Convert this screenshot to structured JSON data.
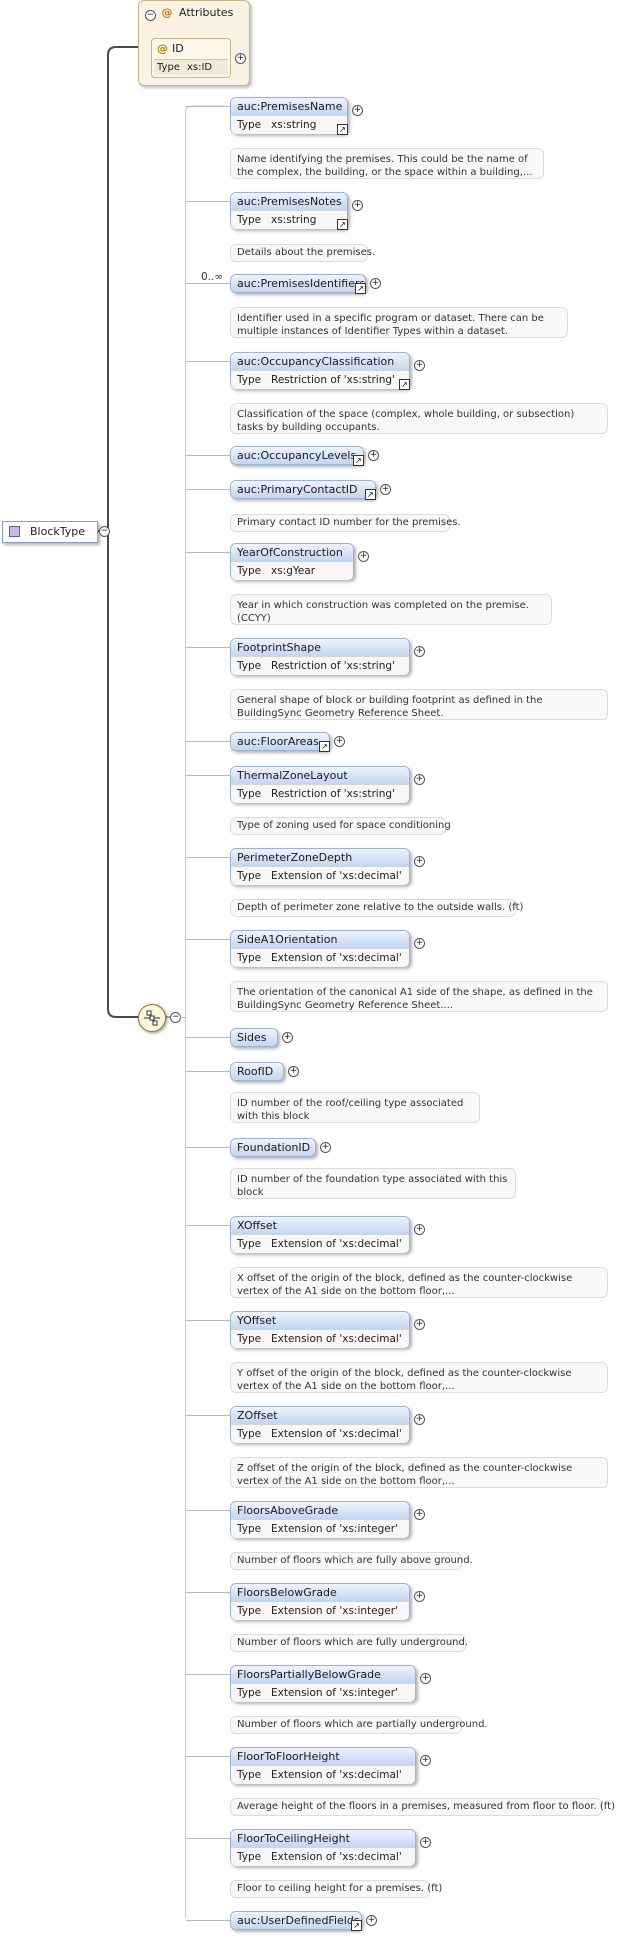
{
  "root": {
    "name": "BlockType",
    "icon": "complex-type-icon"
  },
  "attributes": {
    "title": "Attributes",
    "items": [
      {
        "name": "ID",
        "type_label": "Type",
        "type_value": "xs:ID"
      }
    ]
  },
  "elements": [
    {
      "name": "auc:PremisesName",
      "type_label": "Type",
      "type_value": "xs:string",
      "ref": true,
      "cardinality": "",
      "doc": "Name identifying the premises. This could be the name of the complex, the building, or the space within a building,..."
    },
    {
      "name": "auc:PremisesNotes",
      "type_label": "Type",
      "type_value": "xs:string",
      "ref": true,
      "cardinality": "",
      "doc": "Details about the premises."
    },
    {
      "name": "auc:PremisesIdentifiers",
      "type_label": "",
      "type_value": "",
      "ref": true,
      "cardinality": "0..∞",
      "doc": "Identifier used in a specific program or dataset. There can be multiple instances of Identifier Types within a dataset."
    },
    {
      "name": "auc:OccupancyClassification",
      "type_label": "Type",
      "type_value": "Restriction of 'xs:string'",
      "ref": true,
      "cardinality": "",
      "doc": "Classification of the space (complex, whole building, or subsection) tasks by building occupants."
    },
    {
      "name": "auc:OccupancyLevels",
      "type_label": "",
      "type_value": "",
      "ref": true,
      "cardinality": "",
      "doc": ""
    },
    {
      "name": "auc:PrimaryContactID",
      "type_label": "",
      "type_value": "",
      "ref": true,
      "cardinality": "",
      "doc": "Primary contact ID number for the premises."
    },
    {
      "name": "YearOfConstruction",
      "type_label": "Type",
      "type_value": "xs:gYear",
      "ref": false,
      "cardinality": "",
      "doc": "Year in which construction was completed on the premise. (CCYY)"
    },
    {
      "name": "FootprintShape",
      "type_label": "Type",
      "type_value": "Restriction of 'xs:string'",
      "ref": false,
      "cardinality": "",
      "doc": "General shape of block or building footprint as defined in the BuildingSync Geometry Reference Sheet."
    },
    {
      "name": "auc:FloorAreas",
      "type_label": "",
      "type_value": "",
      "ref": true,
      "cardinality": "",
      "doc": ""
    },
    {
      "name": "ThermalZoneLayout",
      "type_label": "Type",
      "type_value": "Restriction of 'xs:string'",
      "ref": false,
      "cardinality": "",
      "doc": "Type of zoning used for space conditioning"
    },
    {
      "name": "PerimeterZoneDepth",
      "type_label": "Type",
      "type_value": "Extension of 'xs:decimal'",
      "ref": false,
      "cardinality": "",
      "doc": "Depth of perimeter zone relative to the outside walls. (ft)"
    },
    {
      "name": "SideA1Orientation",
      "type_label": "Type",
      "type_value": "Extension of 'xs:decimal'",
      "ref": false,
      "cardinality": "",
      "doc": "The orientation of the canonical A1 side of the shape, as defined in the BuildingSync Geometry Reference Sheet...."
    },
    {
      "name": "Sides",
      "type_label": "",
      "type_value": "",
      "ref": false,
      "cardinality": "",
      "doc": ""
    },
    {
      "name": "RoofID",
      "type_label": "",
      "type_value": "",
      "ref": false,
      "cardinality": "",
      "doc": "ID number of the roof/ceiling type associated with this block"
    },
    {
      "name": "FoundationID",
      "type_label": "",
      "type_value": "",
      "ref": false,
      "cardinality": "",
      "doc": "ID number of the foundation type associated with this block"
    },
    {
      "name": "XOffset",
      "type_label": "Type",
      "type_value": "Extension of 'xs:decimal'",
      "ref": false,
      "cardinality": "",
      "doc": "X offset of the origin of the block, defined as the counter-clockwise vertex of the A1 side on the bottom floor,..."
    },
    {
      "name": "YOffset",
      "type_label": "Type",
      "type_value": "Extension of 'xs:decimal'",
      "ref": false,
      "cardinality": "",
      "doc": "Y offset of the origin of the block, defined as the counter-clockwise vertex of the A1 side on the bottom floor,..."
    },
    {
      "name": "ZOffset",
      "type_label": "Type",
      "type_value": "Extension of 'xs:decimal'",
      "ref": false,
      "cardinality": "",
      "doc": "Z offset of the origin of the block, defined as the counter-clockwise vertex of the A1 side on the bottom floor,..."
    },
    {
      "name": "FloorsAboveGrade",
      "type_label": "Type",
      "type_value": "Extension of 'xs:integer'",
      "ref": false,
      "cardinality": "",
      "doc": "Number of floors which are fully above ground."
    },
    {
      "name": "FloorsBelowGrade",
      "type_label": "Type",
      "type_value": "Extension of 'xs:integer'",
      "ref": false,
      "cardinality": "",
      "doc": "Number of floors which are fully underground."
    },
    {
      "name": "FloorsPartiallyBelowGrade",
      "type_label": "Type",
      "type_value": "Extension of 'xs:integer'",
      "ref": false,
      "cardinality": "",
      "doc": "Number of floors which are partially underground."
    },
    {
      "name": "FloorToFloorHeight",
      "type_label": "Type",
      "type_value": "Extension of 'xs:decimal'",
      "ref": false,
      "cardinality": "",
      "doc": "Average height of the floors in a premises, measured from floor to floor. (ft)"
    },
    {
      "name": "FloorToCeilingHeight",
      "type_label": "Type",
      "type_value": "Extension of 'xs:decimal'",
      "ref": false,
      "cardinality": "",
      "doc": "Floor to ceiling height for a premises. (ft)"
    },
    {
      "name": "auc:UserDefinedFields",
      "type_label": "",
      "type_value": "",
      "ref": true,
      "cardinality": "",
      "doc": ""
    }
  ]
}
